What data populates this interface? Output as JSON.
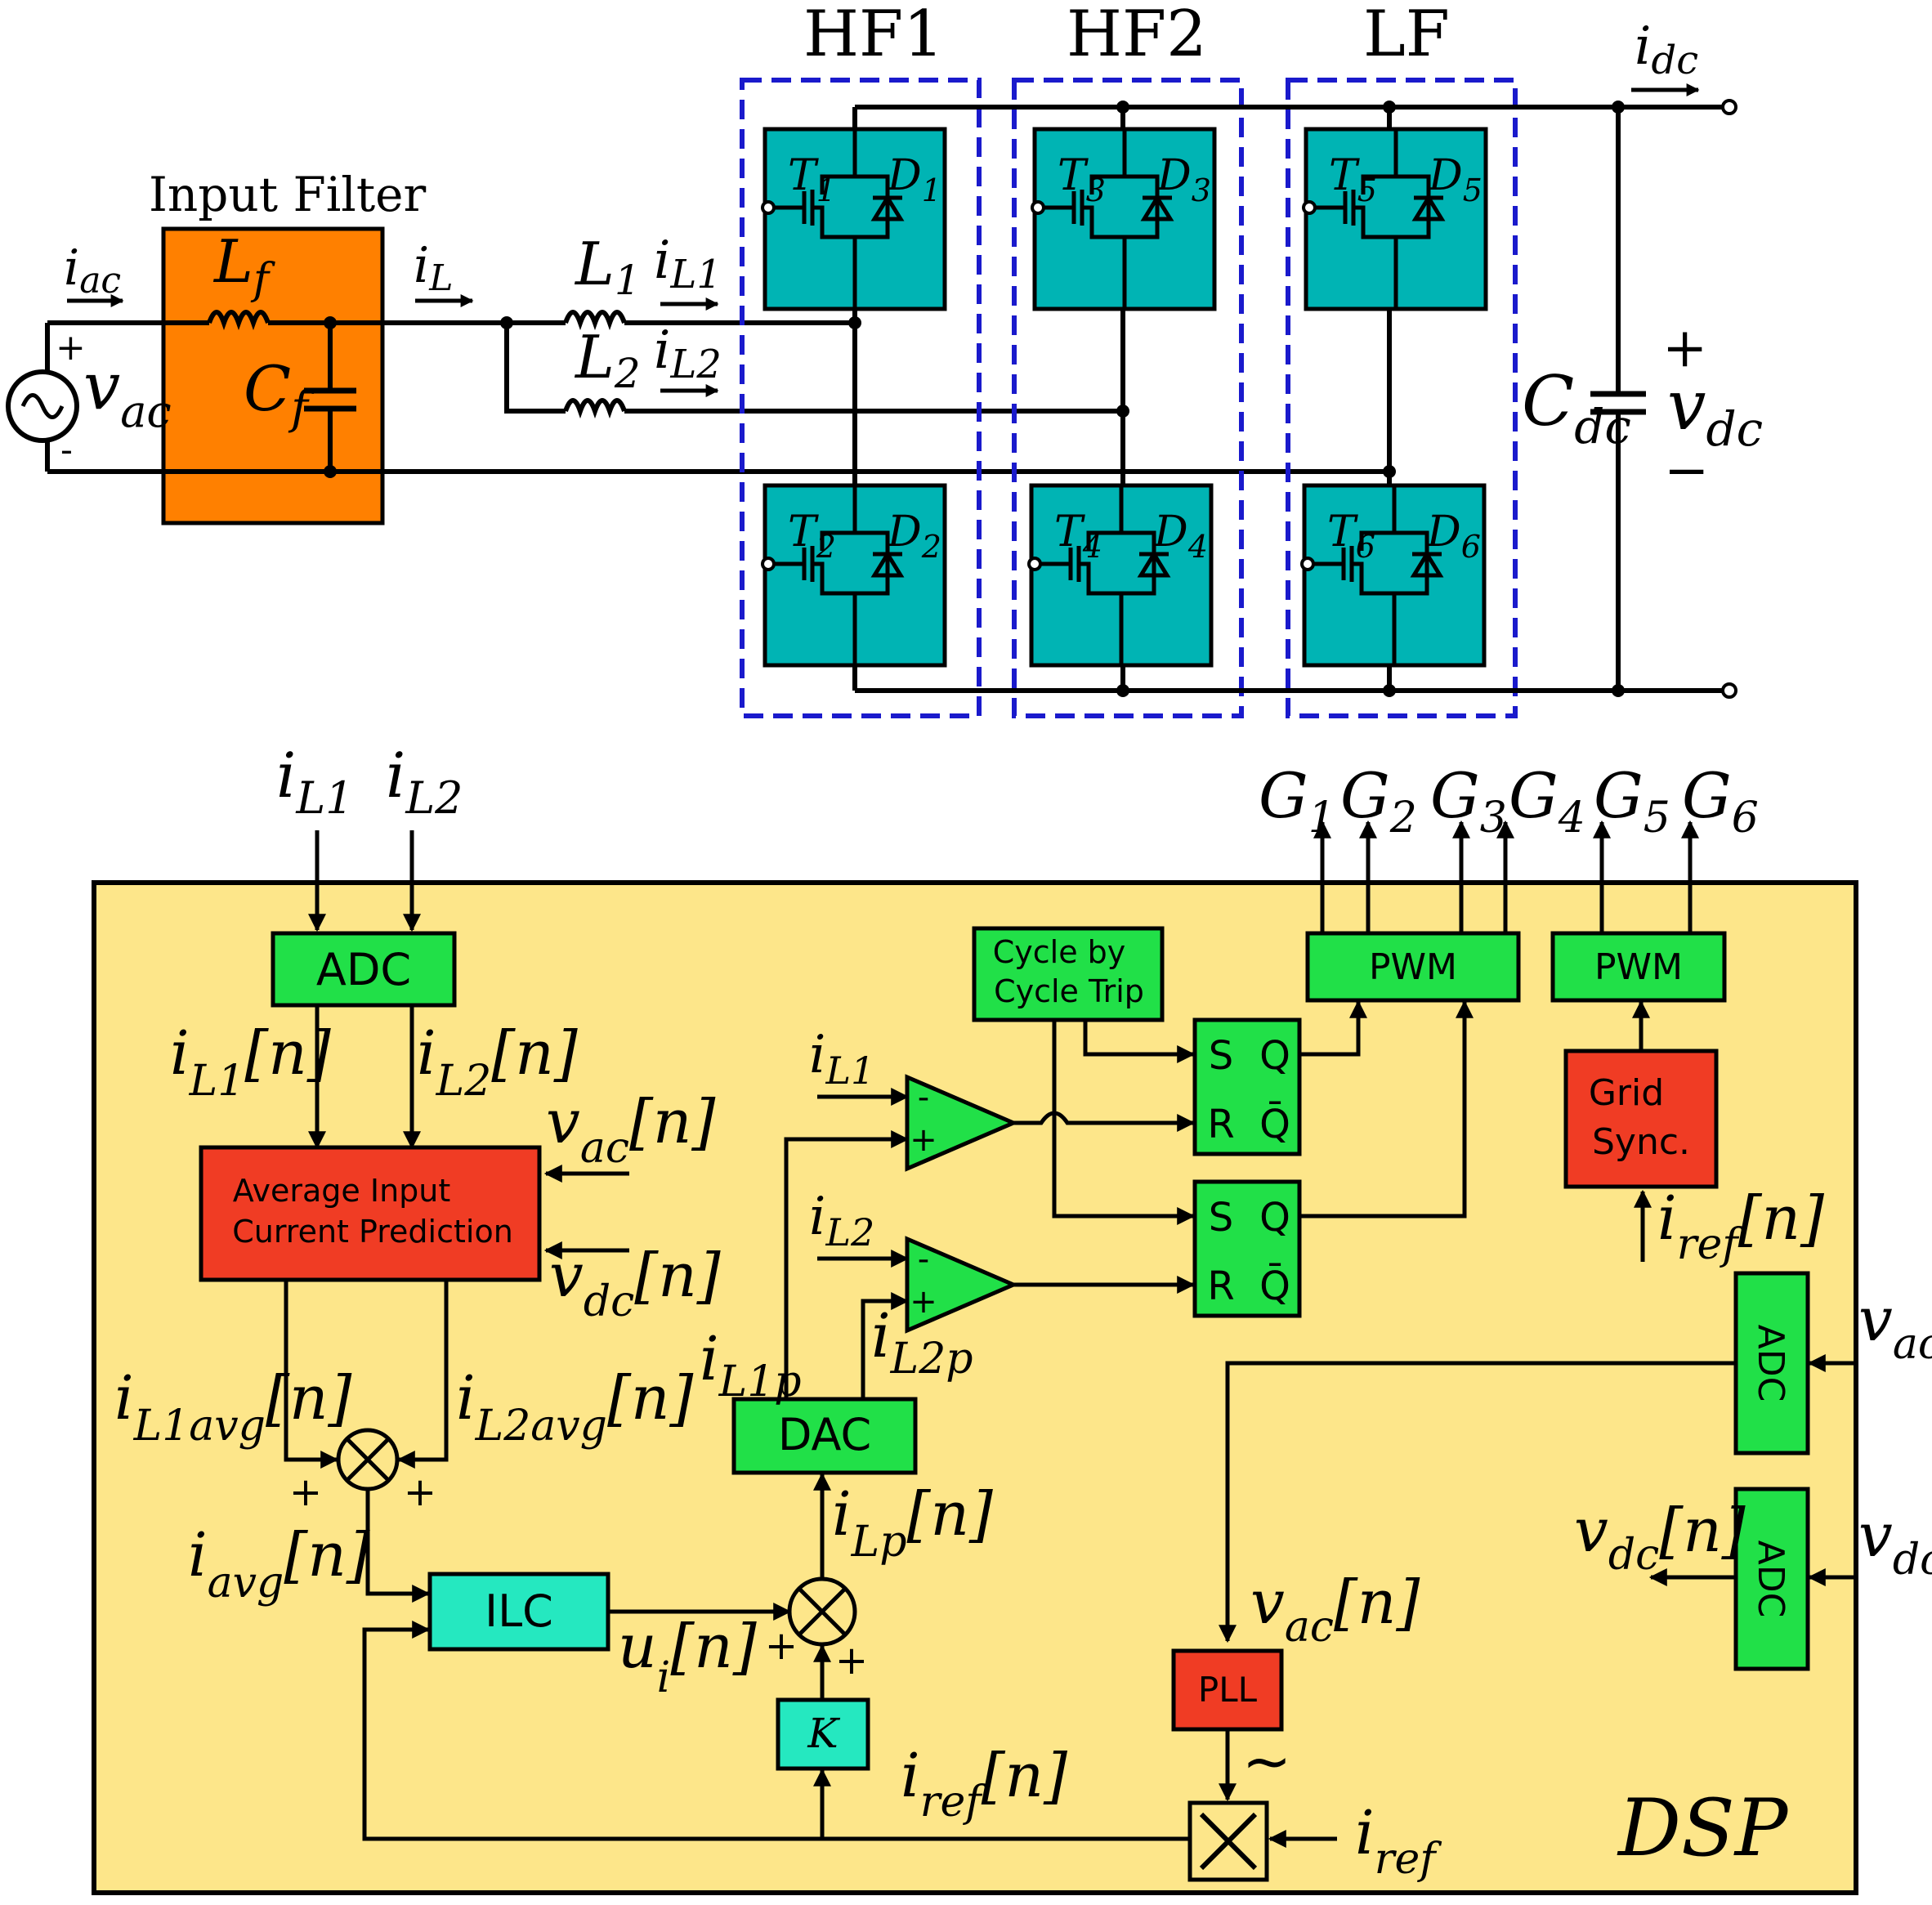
{
  "power_stage": {
    "title_hf1": "HF1",
    "title_hf2": "HF2",
    "title_lf": "LF",
    "input_filter_label": "Input Filter",
    "i_ac": {
      "base": "i",
      "sub": "ac"
    },
    "v_ac": {
      "base": "v",
      "sub": "ac"
    },
    "v_ac_plus": "+",
    "v_ac_minus": "-",
    "L_f": {
      "base": "L",
      "sub": "f"
    },
    "C_f": {
      "base": "C",
      "sub": "f"
    },
    "i_L": {
      "base": "i",
      "sub": "L"
    },
    "L_1": {
      "base": "L",
      "sub": "1"
    },
    "L_2": {
      "base": "L",
      "sub": "2"
    },
    "i_L1": {
      "base": "i",
      "sub": "L1"
    },
    "i_L2": {
      "base": "i",
      "sub": "L2"
    },
    "i_dc": {
      "base": "i",
      "sub": "dc"
    },
    "C_dc": {
      "base": "C",
      "sub": "dc"
    },
    "v_dc": {
      "base": "v",
      "sub": "dc"
    },
    "v_dc_plus": "+",
    "v_dc_minus": "−",
    "switches": [
      {
        "t": "T",
        "t_sub": "1",
        "d": "D",
        "d_sub": "1"
      },
      {
        "t": "T",
        "t_sub": "2",
        "d": "D",
        "d_sub": "2"
      },
      {
        "t": "T",
        "t_sub": "3",
        "d": "D",
        "d_sub": "3"
      },
      {
        "t": "T",
        "t_sub": "4",
        "d": "D",
        "d_sub": "4"
      },
      {
        "t": "T",
        "t_sub": "5",
        "d": "D",
        "d_sub": "5"
      },
      {
        "t": "T",
        "t_sub": "6",
        "d": "D",
        "d_sub": "6"
      }
    ]
  },
  "control": {
    "dsp_label": "DSP",
    "in_iL1": {
      "base": "i",
      "sub": "L1"
    },
    "in_iL2": {
      "base": "i",
      "sub": "L2"
    },
    "gates": [
      {
        "base": "G",
        "sub": "1"
      },
      {
        "base": "G",
        "sub": "2"
      },
      {
        "base": "G",
        "sub": "3"
      },
      {
        "base": "G",
        "sub": "4"
      },
      {
        "base": "G",
        "sub": "5"
      },
      {
        "base": "G",
        "sub": "6"
      }
    ],
    "adc_main": "ADC",
    "adc_vac": "ADC",
    "adc_vdc": "ADC",
    "pwm_1": "PWM",
    "pwm_2": "PWM",
    "cycle_trip_line1": "Cycle by",
    "cycle_trip_line2": "Cycle Trip",
    "grid_sync_line1": "Grid",
    "grid_sync_line2": "Sync.",
    "avg_pred_line1": "Average Input",
    "avg_pred_line2": "Current Prediction",
    "dac": "DAC",
    "ilc": "ILC",
    "k_block": "K",
    "pll": "PLL",
    "sr_s": "S",
    "sr_r": "R",
    "sr_q": "Q",
    "sr_qbar": "Q̄",
    "comp_minus": "-",
    "comp_plus": "+",
    "sum_plus": "+",
    "tilde": "~",
    "sig_iL1n": {
      "base": "i",
      "sub": "L1",
      "suffix": "[n]"
    },
    "sig_iL2n": {
      "base": "i",
      "sub": "L2",
      "suffix": "[n]"
    },
    "sig_vacn": {
      "base": "v",
      "sub": "ac",
      "suffix": "[n]"
    },
    "sig_vdcn": {
      "base": "v",
      "sub": "dc",
      "suffix": "[n]"
    },
    "sig_iL1avg": {
      "base": "i",
      "sub": "L1avg",
      "suffix": "[n]"
    },
    "sig_iL2avg": {
      "base": "i",
      "sub": "L2avg",
      "suffix": "[n]"
    },
    "sig_iavg": {
      "base": "i",
      "sub": "avg",
      "suffix": "[n]"
    },
    "sig_ui": {
      "base": "u",
      "sub": "i",
      "suffix": "[n]"
    },
    "sig_iLp": {
      "base": "i",
      "sub": "Lp",
      "suffix": "[n]"
    },
    "sig_iL1p": {
      "base": "i",
      "sub": "L1p"
    },
    "sig_iL2p": {
      "base": "i",
      "sub": "L2p"
    },
    "sig_cmp_iL1": {
      "base": "i",
      "sub": "L1"
    },
    "sig_cmp_iL2": {
      "base": "i",
      "sub": "L2"
    },
    "sig_iref_grid": {
      "base": "i",
      "sub": "ref",
      "suffix": "[n]"
    },
    "sig_irefn": {
      "base": "i",
      "sub": "ref",
      "suffix": "[n]"
    },
    "sig_iref": {
      "base": "i",
      "sub": "ref"
    },
    "sig_vac_pll": {
      "base": "v",
      "sub": "ac",
      "suffix": "[n]"
    },
    "sig_vdc_out": {
      "base": "v",
      "sub": "dc",
      "suffix": "[n]"
    },
    "ext_vac": {
      "base": "v",
      "sub": "ac"
    },
    "ext_vdc": {
      "base": "v",
      "sub": "dc"
    }
  },
  "colors": {
    "filter_fill": "#ff8000",
    "switch_fill": "#00b4b4",
    "dashed_border": "#1a1acc",
    "dsp_fill": "#fde68a",
    "green_block": "#21e048",
    "red_block": "#f03c24",
    "cyan_block": "#25e8c0",
    "wire": "#000000"
  }
}
